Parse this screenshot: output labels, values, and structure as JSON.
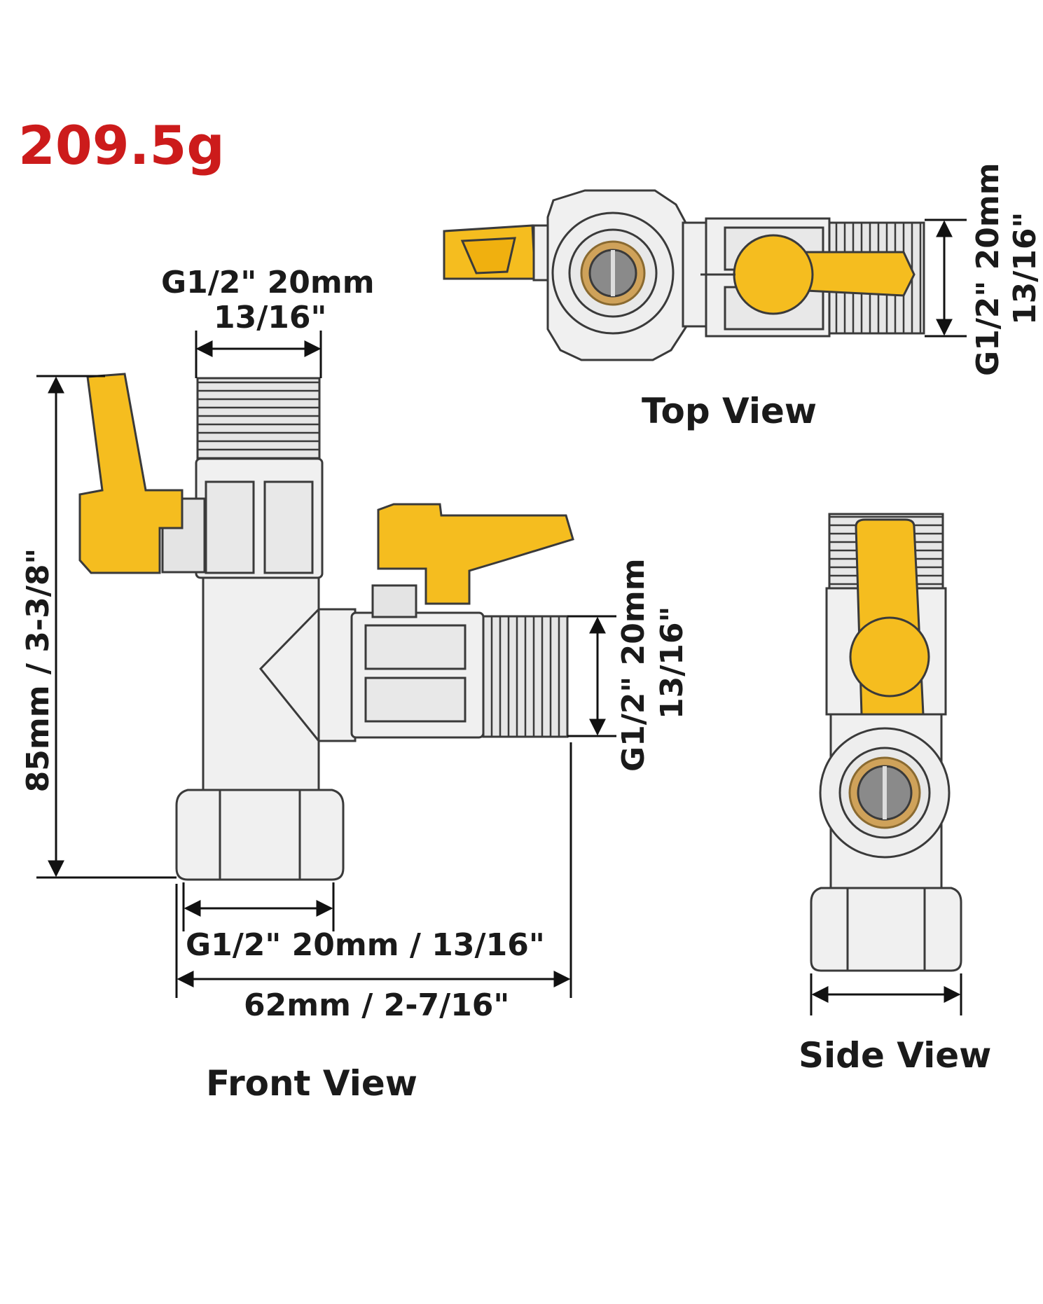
{
  "weight": "209.5g",
  "views": {
    "front": "Front View",
    "top": "Top View",
    "side": "Side View"
  },
  "dims": {
    "front_top_port_line1": "G1/2\" 20mm",
    "front_top_port_line2": "13/16\"",
    "front_height": "85mm / 3-3/8\"",
    "front_side_port_line1": "G1/2\" 20mm",
    "front_side_port_line2": "13/16\"",
    "front_bottom_port": "G1/2\" 20mm / 13/16\"",
    "front_width": "62mm / 2-7/16\"",
    "top_port_line1": "G1/2\" 20mm",
    "top_port_line2": "13/16\""
  },
  "colors": {
    "handle": "#f5bd1f",
    "body": "#f0f0f0",
    "outline": "#3a3a3a",
    "brass": "#d9a642",
    "weight": "#cc1b1b"
  }
}
